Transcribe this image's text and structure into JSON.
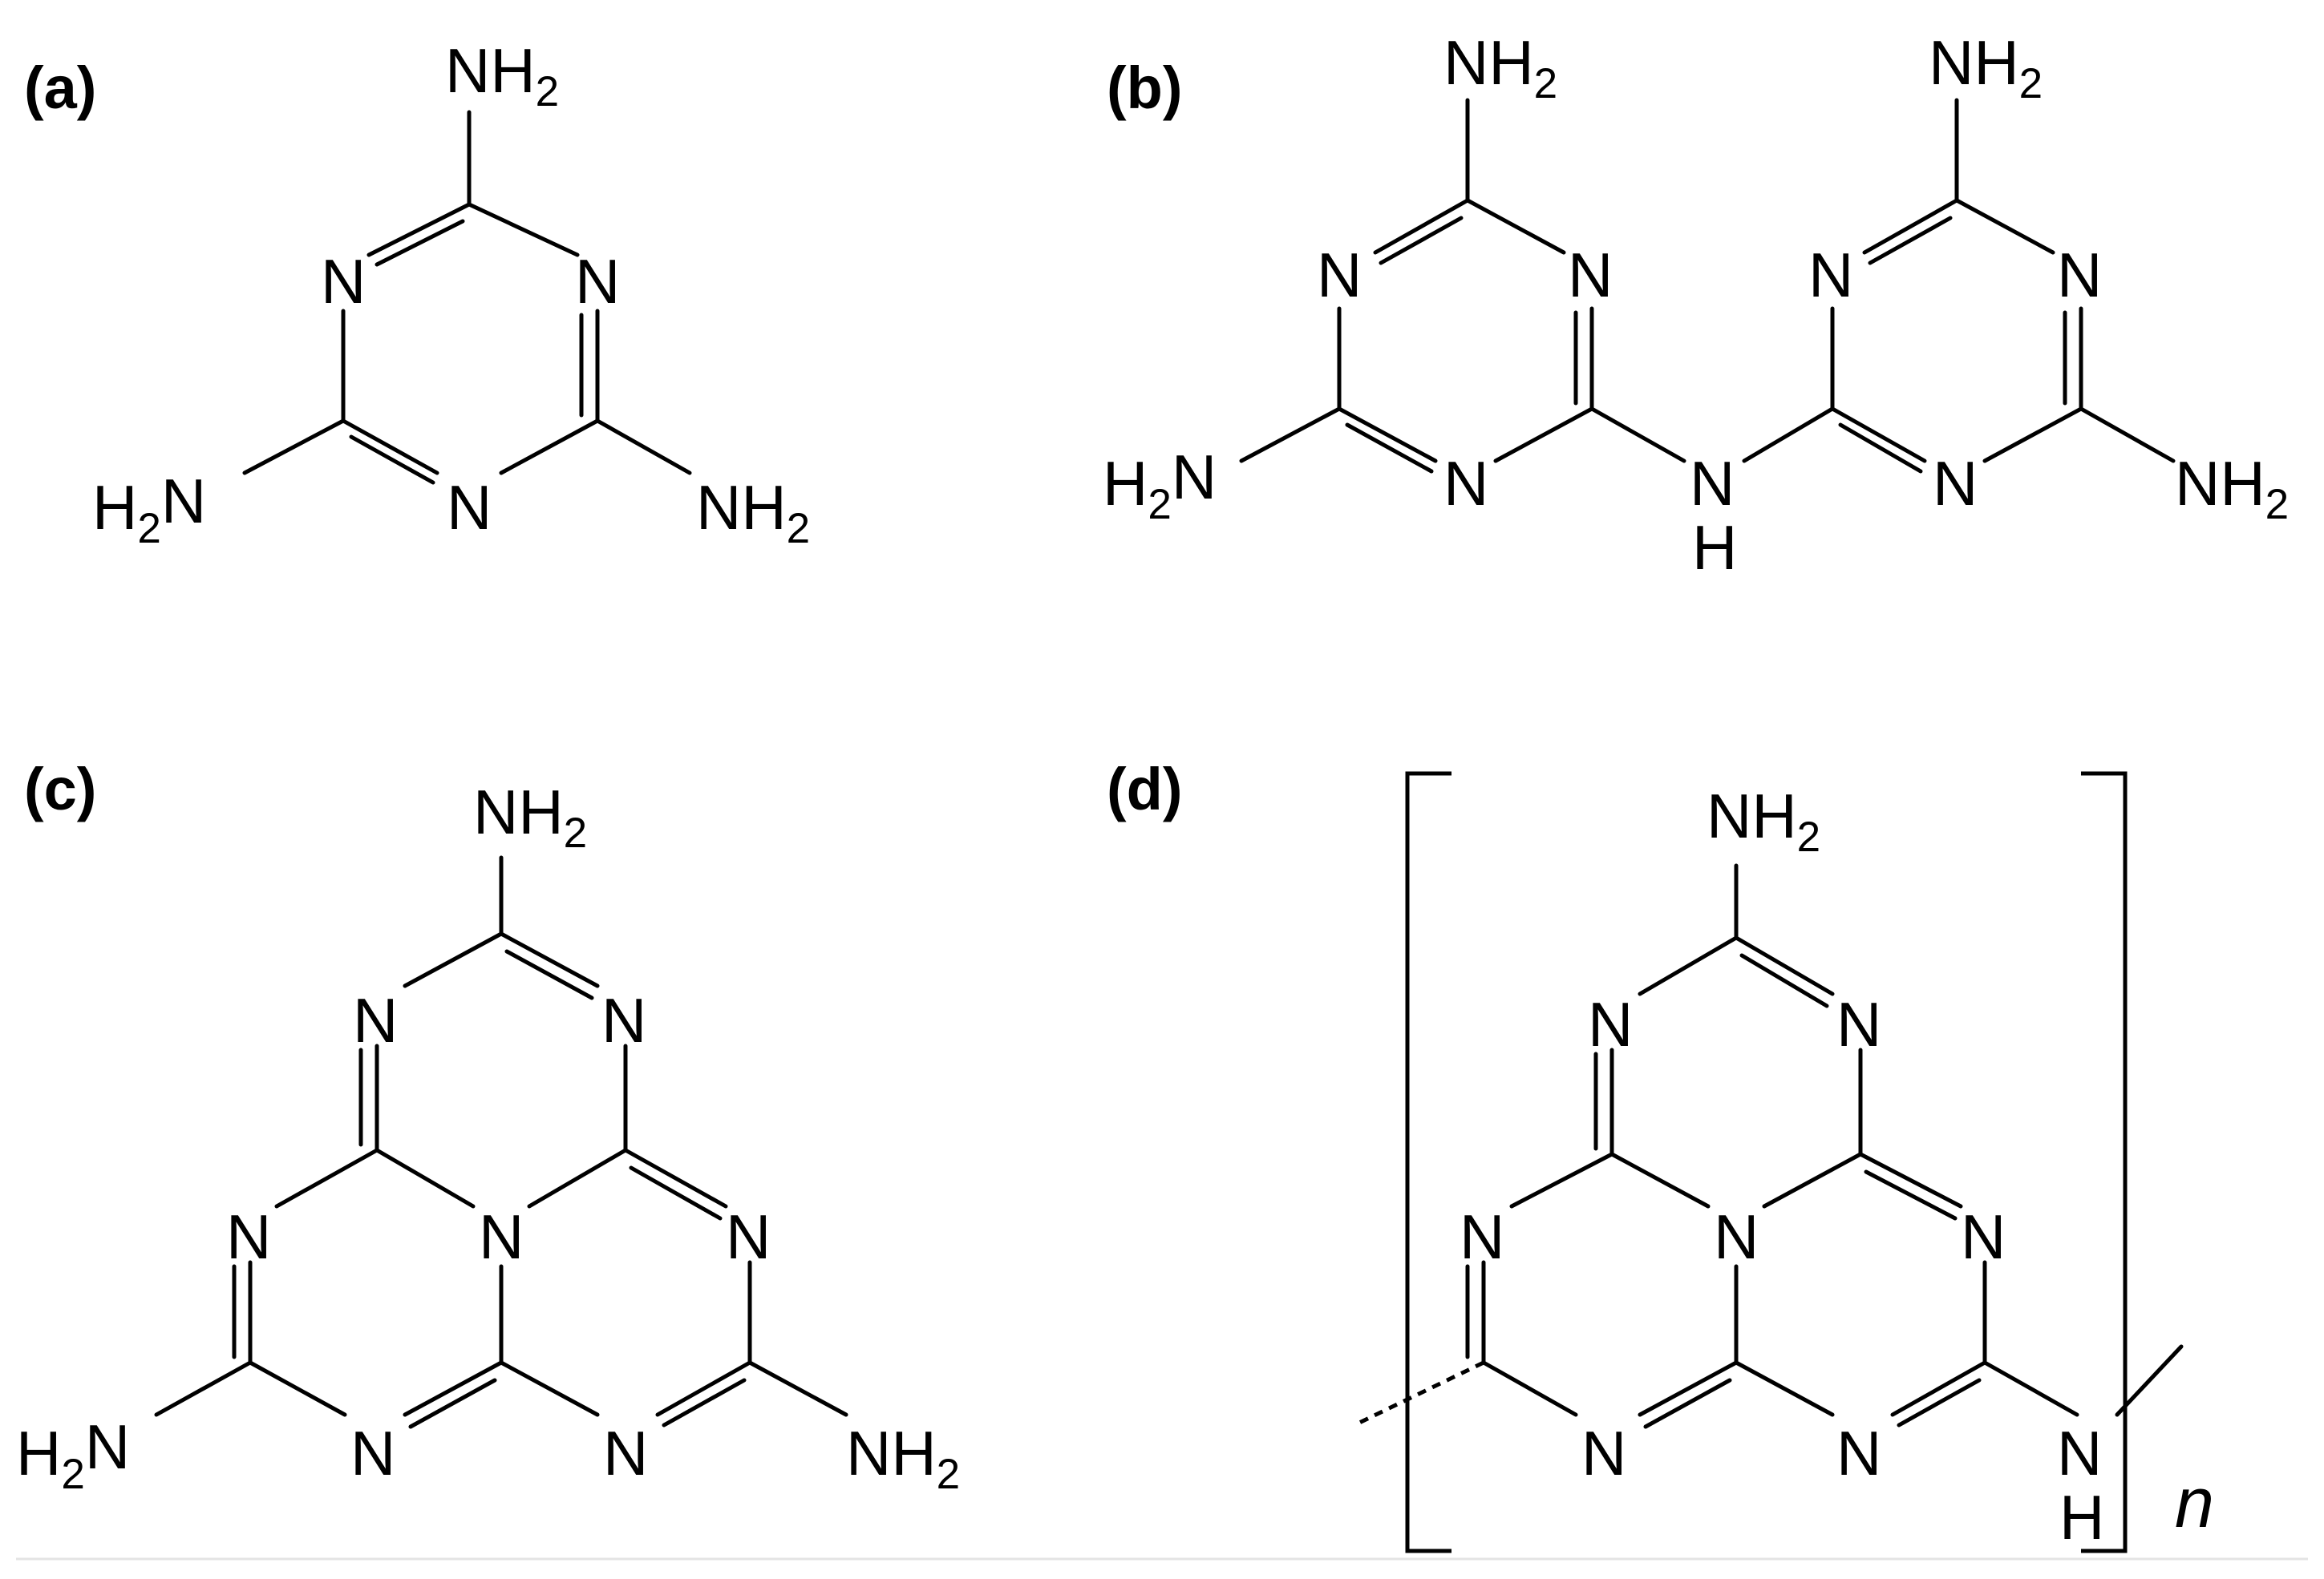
{
  "panels": {
    "a": {
      "label": "(a)",
      "atoms": [
        "NH2",
        "N",
        "N",
        "H2N",
        "N",
        "NH2"
      ]
    },
    "b": {
      "label": "(b)",
      "atoms": [
        "NH2",
        "NH2",
        "N",
        "N",
        "N",
        "N",
        "H2N",
        "N",
        "N",
        "H",
        "N",
        "NH2"
      ]
    },
    "c": {
      "label": "(c)",
      "atoms": [
        "NH2",
        "N",
        "N",
        "N",
        "N",
        "N",
        "H2N",
        "N",
        "N",
        "NH2"
      ]
    },
    "d": {
      "label": "(d)",
      "atoms": [
        "NH2",
        "N",
        "N",
        "N",
        "N",
        "N",
        "N",
        "N",
        "N",
        "H"
      ],
      "repeat_label": "n"
    }
  }
}
